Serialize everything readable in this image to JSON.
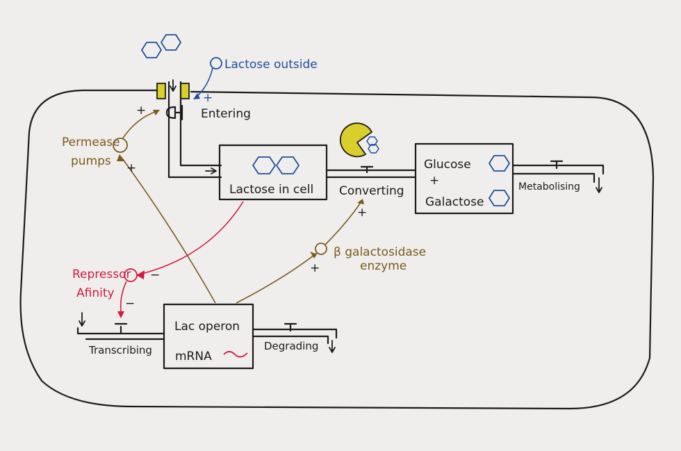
{
  "colors": {
    "ink": "#1a1a1a",
    "brown": "#7a5a1e",
    "blue": "#1d4e9c",
    "red": "#d01a3f",
    "yellow": "#d8cf2c",
    "background": "#efeeec"
  },
  "labels": {
    "lactose_outside": "Lactose outside",
    "entering": "Entering",
    "permease": "Permease",
    "pumps": "pumps",
    "lactose_in_cell": "Lactose in cell",
    "converting": "Converting",
    "glucose": "Glucose",
    "plus": "+",
    "galactose": "Galactose",
    "metabolising": "Metabolising",
    "beta_galactosidase": "β galactosidase",
    "enzyme": "enzyme",
    "repressor": "Repressor",
    "afinity": "Afinity",
    "lac_operon": "Lac operon",
    "mrna": "mRNA",
    "transcribing": "Transcribing",
    "degrading": "Degrading"
  },
  "signs": {
    "plus": "+",
    "minus": "−"
  },
  "icons": [
    "lactose-molecule-icon",
    "glucose-hexagon-icon",
    "galactose-hexagon-icon",
    "enzyme-icon",
    "permease-channel-icon"
  ]
}
